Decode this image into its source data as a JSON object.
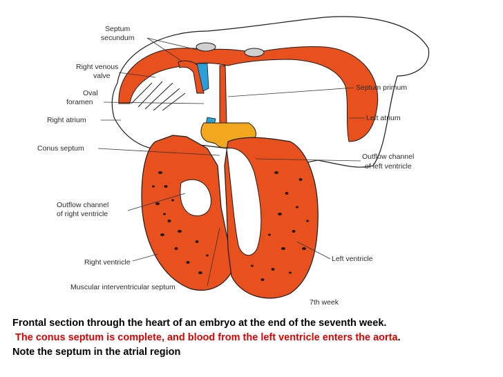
{
  "colors": {
    "tissue_orange": "#e8501e",
    "septum_yellow": "#f2a81e",
    "valve_blue": "#2a9fd8",
    "outline": "#1a1a1a",
    "caption_red": "#e00000"
  },
  "labels": {
    "septum_secundum_1": "Septum",
    "septum_secundum_2": "secundum",
    "right_venous_valve_1": "Right venous",
    "right_venous_valve_2": "valve",
    "oval_foramen_1": "Oval",
    "oval_foramen_2": "foramen",
    "right_atrium": "Right atrium",
    "conus_septum": "Conus septum",
    "outflow_right_1": "Outflow channel",
    "outflow_right_2": "of right ventricle",
    "right_ventricle": "Right ventricle",
    "muscular_ivs": "Muscular interventricular septum",
    "septum_primum": "Septum primum",
    "left_atrium": "Left atrium",
    "outflow_left_1": "Outflow channel",
    "outflow_left_2": "of left ventricle",
    "left_ventricle": "Left ventricle",
    "week": "7th week"
  },
  "caption": {
    "line1": "Frontal section through the heart of an embryo at the end of the seventh week.",
    "line2_red": "The conus septum is complete, and blood from the left ventricle enters the aorta",
    "line2_end": ".",
    "line3": "Note the septum in the atrial region"
  }
}
